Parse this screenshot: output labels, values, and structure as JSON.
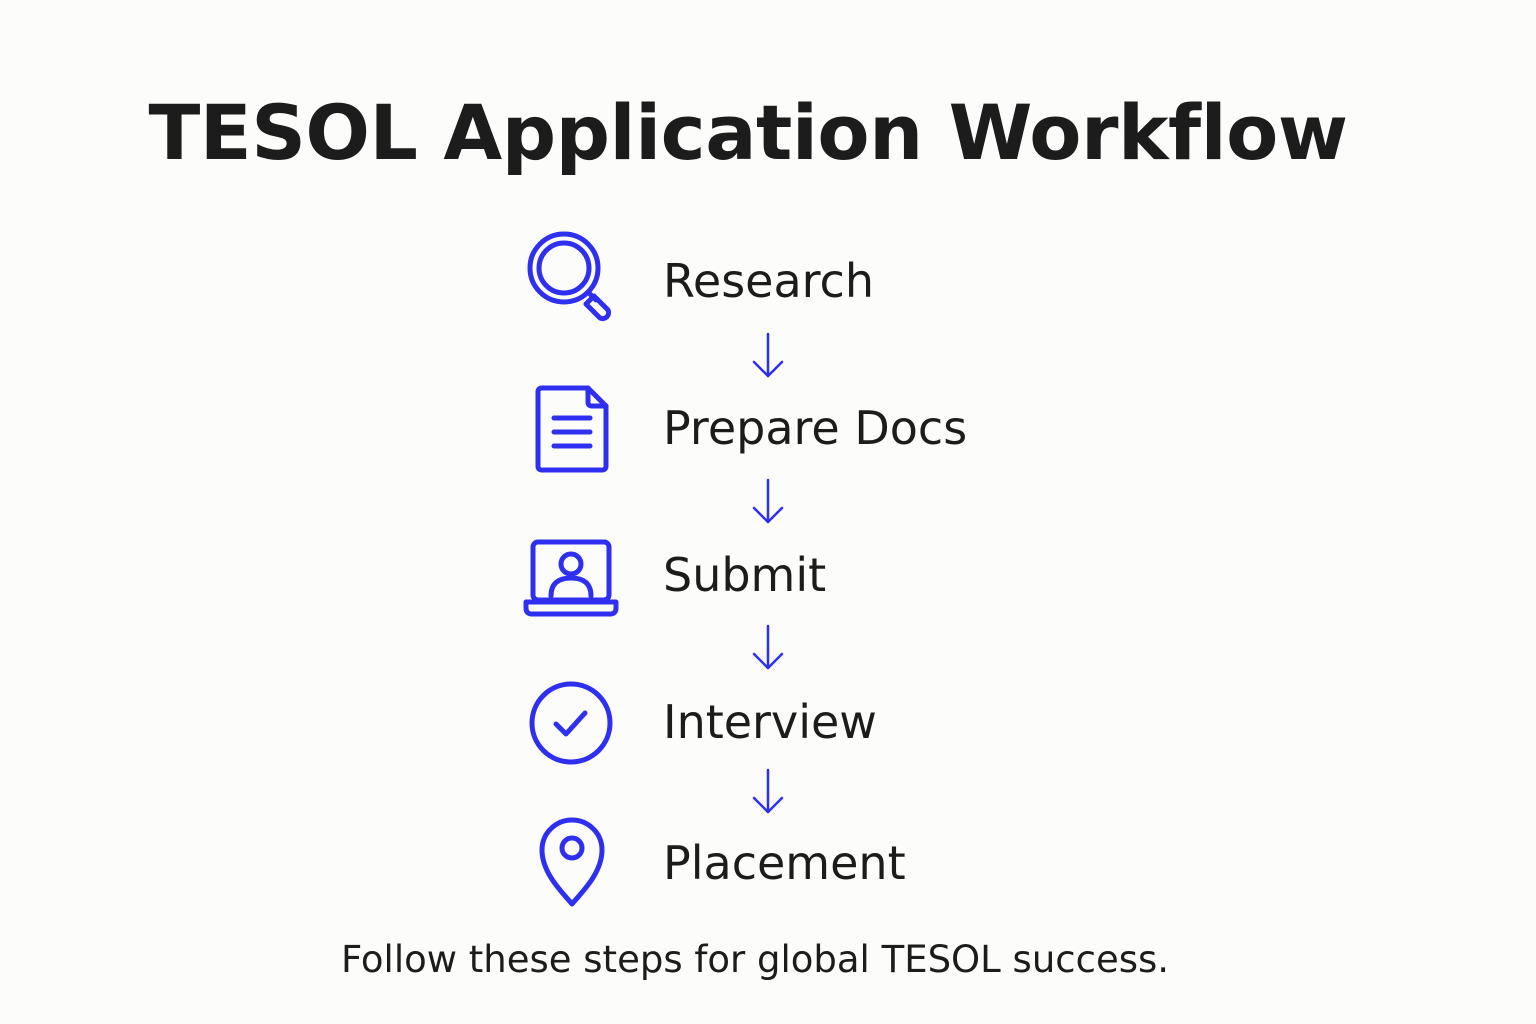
{
  "title": "TESOL Application Workflow",
  "accent_color": "#2f2ff0",
  "steps": [
    {
      "label": "Research",
      "icon": "magnifier-icon"
    },
    {
      "label": "Prepare Docs",
      "icon": "document-icon"
    },
    {
      "label": "Submit",
      "icon": "laptop-user-icon"
    },
    {
      "label": "Interview",
      "icon": "check-circle-icon"
    },
    {
      "label": "Placement",
      "icon": "location-pin-icon"
    }
  ],
  "footer": "Follow these steps for global TESOL success."
}
